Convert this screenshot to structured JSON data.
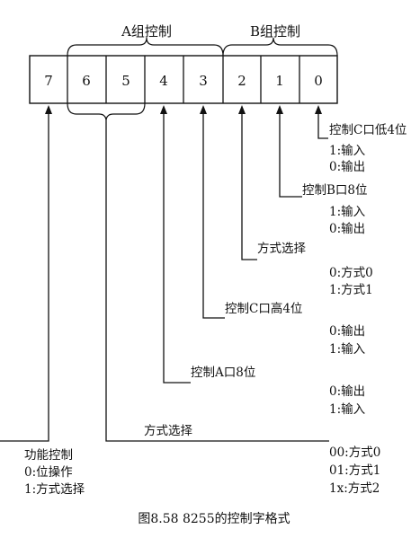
{
  "groups": {
    "a": "A组控制",
    "b": "B组控制"
  },
  "bits": [
    "7",
    "6",
    "5",
    "4",
    "3",
    "2",
    "1",
    "0"
  ],
  "fields": {
    "portc_low": {
      "title": "控制C口低4位",
      "opt1": "1:输入",
      "opt2": "0:输出"
    },
    "portb": {
      "title": "控制B口8位",
      "opt1": "1:输入",
      "opt2": "0:输出"
    },
    "mode_b": {
      "title": "方式选择",
      "opt1": "0:方式0",
      "opt2": "1:方式1"
    },
    "portc_high": {
      "title": "控制C口高4位",
      "opt1": "0:输出",
      "opt2": "1:输入"
    },
    "porta": {
      "title": "控制A口8位",
      "opt1": "0:输出",
      "opt2": "1:输入"
    },
    "mode_a": {
      "title": "方式选择",
      "opt1": "00:方式0",
      "opt2": "01:方式1",
      "opt3": "1x:方式2"
    },
    "function": {
      "title": "功能控制",
      "opt1": "0:位操作",
      "opt2": "1:方式选择"
    }
  },
  "caption": "图8.58 8255的控制字格式"
}
